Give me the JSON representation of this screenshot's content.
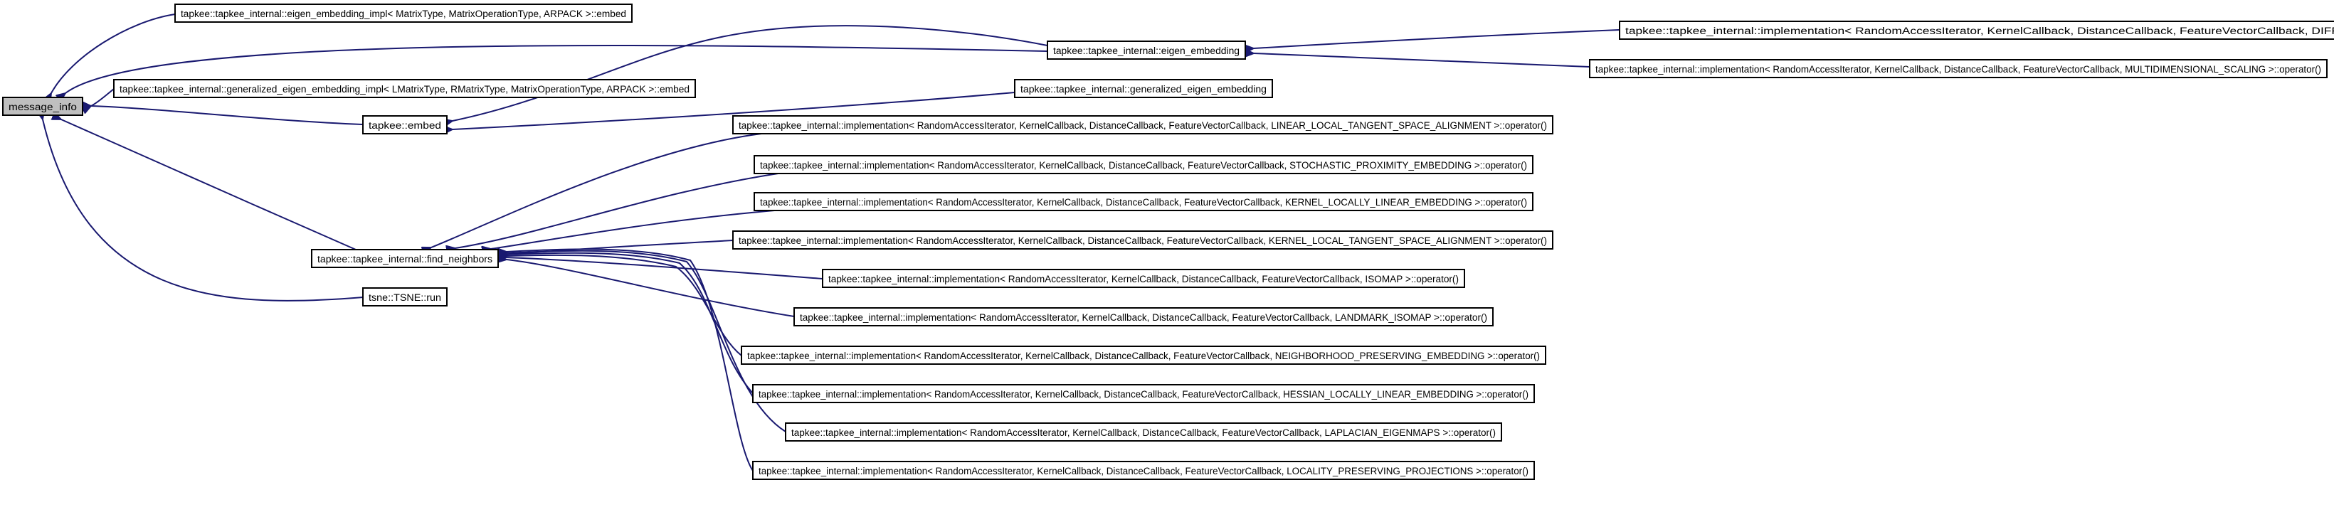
{
  "diagram": {
    "colors": {
      "edge": "#191970",
      "node_border": "#000000",
      "node_fill": "#ffffff",
      "highlight_fill": "#bfbfbf"
    },
    "nodes": [
      {
        "id": "message_info",
        "label": "message_info",
        "highlight": true
      },
      {
        "id": "eigen_impl",
        "label": "tapkee::tapkee_internal::eigen_embedding_impl< MatrixType, MatrixOperationType, ARPACK >::embed"
      },
      {
        "id": "gen_eigen_impl",
        "label": "tapkee::tapkee_internal::generalized_eigen_embedding_impl< LMatrixType, RMatrixType, MatrixOperationType, ARPACK >::embed"
      },
      {
        "id": "embed",
        "label": "tapkee::embed"
      },
      {
        "id": "find_neighbors",
        "label": "tapkee::tapkee_internal::find_neighbors"
      },
      {
        "id": "tsne_run",
        "label": "tsne::TSNE::run"
      },
      {
        "id": "eigen_embedding",
        "label": "tapkee::tapkee_internal::eigen_embedding"
      },
      {
        "id": "gen_eigen_embedding",
        "label": "tapkee::tapkee_internal::generalized_eigen_embedding"
      },
      {
        "id": "impl_diffusion",
        "label": "tapkee::tapkee_internal::implementation< RandomAccessIterator, KernelCallback, DistanceCallback, FeatureVectorCallback, DIFFUSION_MAP >::operator()"
      },
      {
        "id": "impl_mds",
        "label": "tapkee::tapkee_internal::implementation< RandomAccessIterator, KernelCallback, DistanceCallback, FeatureVectorCallback, MULTIDIMENSIONAL_SCALING >::operator()"
      },
      {
        "id": "impl_ltsa",
        "label": "tapkee::tapkee_internal::implementation< RandomAccessIterator, KernelCallback, DistanceCallback, FeatureVectorCallback, LINEAR_LOCAL_TANGENT_SPACE_ALIGNMENT >::operator()"
      },
      {
        "id": "impl_spe",
        "label": "tapkee::tapkee_internal::implementation< RandomAccessIterator, KernelCallback, DistanceCallback, FeatureVectorCallback, STOCHASTIC_PROXIMITY_EMBEDDING >::operator()"
      },
      {
        "id": "impl_klle",
        "label": "tapkee::tapkee_internal::implementation< RandomAccessIterator, KernelCallback, DistanceCallback, FeatureVectorCallback, KERNEL_LOCALLY_LINEAR_EMBEDDING >::operator()"
      },
      {
        "id": "impl_kltsa",
        "label": "tapkee::tapkee_internal::implementation< RandomAccessIterator, KernelCallback, DistanceCallback, FeatureVectorCallback, KERNEL_LOCAL_TANGENT_SPACE_ALIGNMENT >::operator()"
      },
      {
        "id": "impl_isomap",
        "label": "tapkee::tapkee_internal::implementation< RandomAccessIterator, KernelCallback, DistanceCallback, FeatureVectorCallback, ISOMAP >::operator()"
      },
      {
        "id": "impl_lisomap",
        "label": "tapkee::tapkee_internal::implementation< RandomAccessIterator, KernelCallback, DistanceCallback, FeatureVectorCallback, LANDMARK_ISOMAP >::operator()"
      },
      {
        "id": "impl_npe",
        "label": "tapkee::tapkee_internal::implementation< RandomAccessIterator, KernelCallback, DistanceCallback, FeatureVectorCallback, NEIGHBORHOOD_PRESERVING_EMBEDDING >::operator()"
      },
      {
        "id": "impl_hlle",
        "label": "tapkee::tapkee_internal::implementation< RandomAccessIterator, KernelCallback, DistanceCallback, FeatureVectorCallback, HESSIAN_LOCALLY_LINEAR_EMBEDDING >::operator()"
      },
      {
        "id": "impl_le",
        "label": "tapkee::tapkee_internal::implementation< RandomAccessIterator, KernelCallback, DistanceCallback, FeatureVectorCallback, LAPLACIAN_EIGENMAPS >::operator()"
      },
      {
        "id": "impl_lpp",
        "label": "tapkee::tapkee_internal::implementation< RandomAccessIterator, KernelCallback, DistanceCallback, FeatureVectorCallback, LOCALITY_PRESERVING_PROJECTIONS >::operator()"
      }
    ],
    "edges": [
      {
        "from": "eigen_impl",
        "to": "message_info"
      },
      {
        "from": "eigen_embedding",
        "to": "message_info"
      },
      {
        "from": "gen_eigen_impl",
        "to": "message_info"
      },
      {
        "from": "embed",
        "to": "message_info"
      },
      {
        "from": "find_neighbors",
        "to": "message_info"
      },
      {
        "from": "tsne_run",
        "to": "message_info"
      },
      {
        "from": "eigen_embedding",
        "to": "embed"
      },
      {
        "from": "gen_eigen_embedding",
        "to": "embed"
      },
      {
        "from": "impl_diffusion",
        "to": "eigen_embedding"
      },
      {
        "from": "impl_mds",
        "to": "eigen_embedding"
      },
      {
        "from": "impl_ltsa",
        "to": "find_neighbors"
      },
      {
        "from": "impl_spe",
        "to": "find_neighbors"
      },
      {
        "from": "impl_klle",
        "to": "find_neighbors"
      },
      {
        "from": "impl_kltsa",
        "to": "find_neighbors"
      },
      {
        "from": "impl_isomap",
        "to": "find_neighbors"
      },
      {
        "from": "impl_lisomap",
        "to": "find_neighbors"
      },
      {
        "from": "impl_npe",
        "to": "find_neighbors"
      },
      {
        "from": "impl_hlle",
        "to": "find_neighbors"
      },
      {
        "from": "impl_le",
        "to": "find_neighbors"
      },
      {
        "from": "impl_lpp",
        "to": "find_neighbors"
      }
    ]
  }
}
